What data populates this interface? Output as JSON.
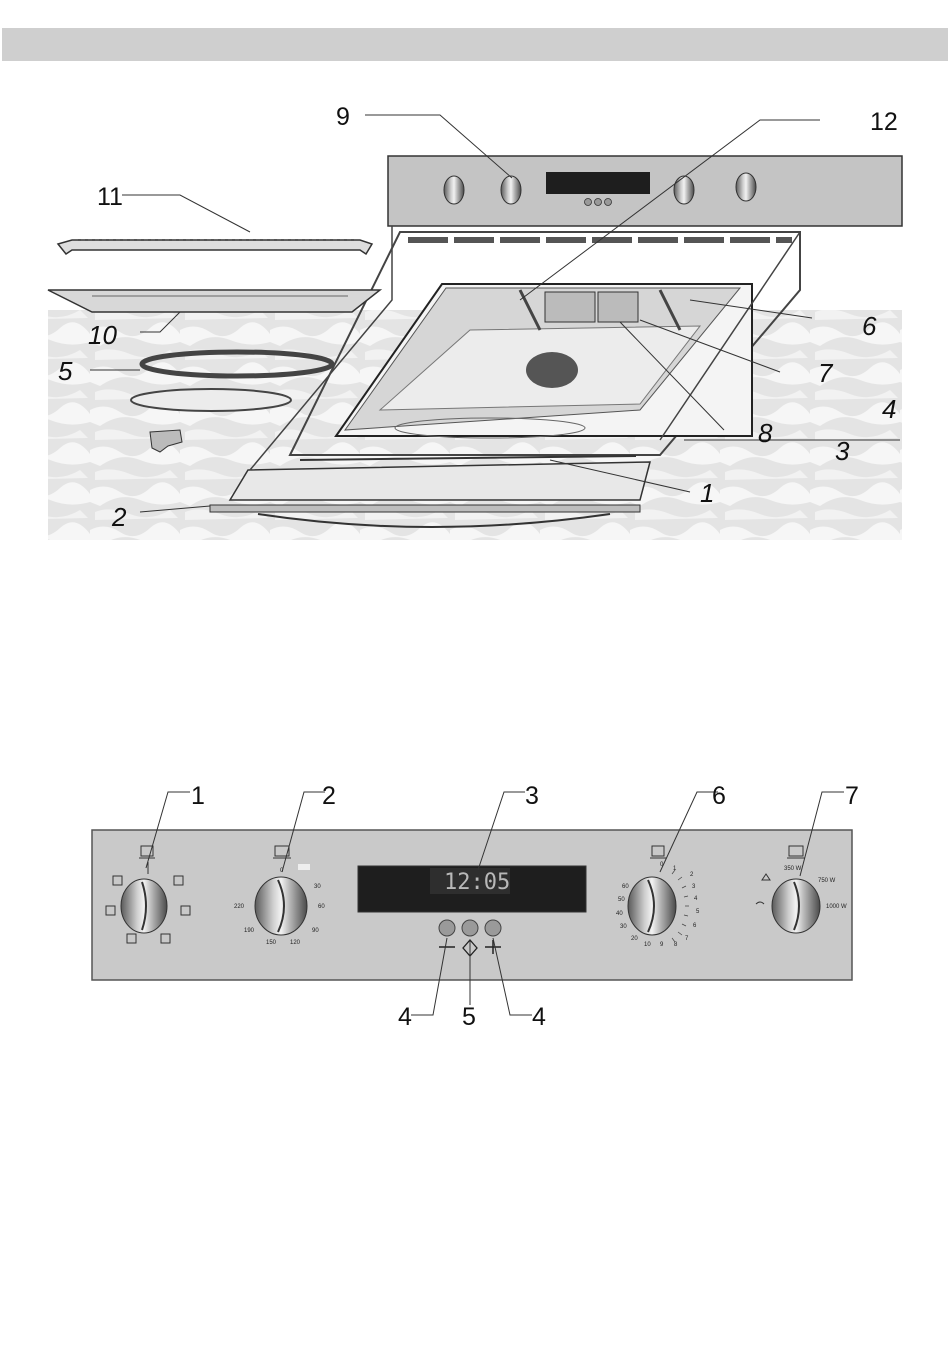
{
  "top_diagram": {
    "callouts": {
      "c1": "1",
      "c2": "2",
      "c3": "3",
      "c4": "4",
      "c5": "5",
      "c6": "6",
      "c7": "7",
      "c8": "8",
      "c9": "9",
      "c10": "10",
      "c11": "11",
      "c12": "12"
    }
  },
  "control_panel": {
    "callouts": {
      "c1": "1",
      "c2": "2",
      "c3": "3",
      "c4a": "4",
      "c5": "5",
      "c4b": "4",
      "c6": "6",
      "c7": "7"
    },
    "display_time": "12:05",
    "temp_scale": [
      "220",
      "190",
      "150",
      "120",
      "90",
      "60",
      "30",
      "0"
    ],
    "timer_scale": [
      "0",
      "1",
      "2",
      "3",
      "4",
      "5",
      "6",
      "7",
      "8",
      "9",
      "10",
      "20",
      "30",
      "40",
      "50",
      "60"
    ],
    "power_scale": [
      "350 W",
      "750 W",
      "1000 W"
    ]
  },
  "colors": {
    "header": "#cfcfcf",
    "panel": "#c9c9c9",
    "display": "#1e1e1e"
  }
}
